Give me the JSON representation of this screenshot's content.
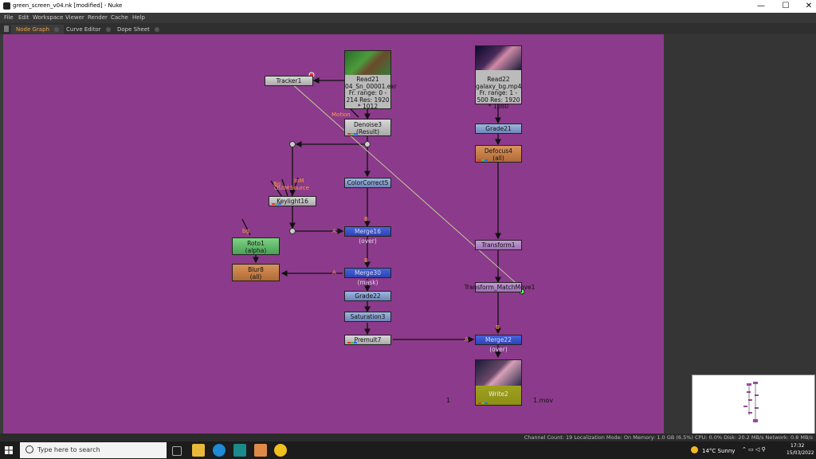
{
  "window": {
    "title": "green_screen_v04.nk [modified] - Nuke",
    "min": "—",
    "max": "☐",
    "close": "✕"
  },
  "menu": [
    "File",
    "Edit",
    "Workspace",
    "Viewer",
    "Render",
    "Cache",
    "Help"
  ],
  "tabs": [
    {
      "label": "Node Graph",
      "active": true
    },
    {
      "label": "Curve Editor",
      "active": false
    },
    {
      "label": "Dope Sheet",
      "active": false
    }
  ],
  "nodes": {
    "read21": {
      "name": "Read21",
      "file": "04_Sn_00001.exr",
      "range": "Fr. range: 0 - 214",
      "res": "Res: 1920 * 1012"
    },
    "read22": {
      "name": "Read22",
      "file": "galaxy_bg.mp4",
      "range": "Fr. range: 1 - 500",
      "res": "Res: 1920 * 1080"
    },
    "tracker1": "Tracker1",
    "denoise3": "Denoise3",
    "denoise3_sub": "(Result)",
    "colorcorrect5": "ColorCorrect5",
    "keylight16": "Keylight16",
    "merge16": "Merge16 (over)",
    "roto1": "Roto1",
    "roto1_sub": "(alpha)",
    "blur8": "Blur8",
    "blur8_sub": "(all)",
    "merge30": "Merge30 (mask)",
    "grade22": "Grade22",
    "saturation3": "Saturation3",
    "premult7": "Premult7",
    "grade21": "Grade21",
    "defocus4": "Defocus4",
    "defocus4_sub": "(all)",
    "transform1": "Transform1",
    "transform_matchmove1": "Transform_MatchMove1",
    "merge22": "Merge22 (over)",
    "write2": "Write2"
  },
  "input_labels": {
    "motion": "Motion",
    "bg": "Bg",
    "inm": "InM",
    "outm": "OutM",
    "source": "Source",
    "bg2": "bg",
    "a": "A",
    "b": "B"
  },
  "ghost_text": {
    "one": "1",
    "mov": "1.mov"
  },
  "status": "Channel Count: 19  Localization Mode: On  Memory: 1.0 GB (6.5%)  CPU: 0.0%  Disk: 20.2 MB/s  Network: 0.8 MB/s",
  "taskbar": {
    "search_placeholder": "Type here to search",
    "weather": "14°C  Sunny",
    "time": "17:32",
    "date": "15/03/2022"
  },
  "colors": {
    "graph_bg": "#8c3a8b",
    "active_tab": "#f0a040"
  }
}
